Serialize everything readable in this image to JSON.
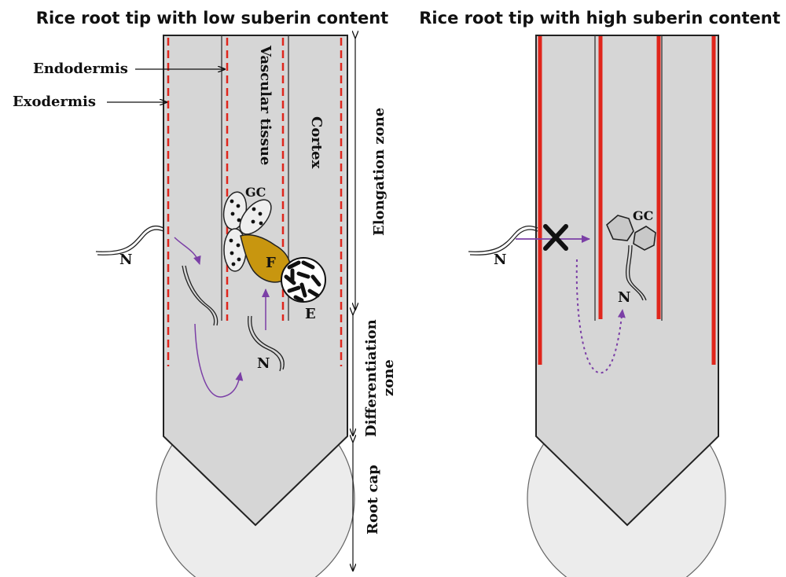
{
  "left_panel": {
    "title": "Rice root tip with low suberin content",
    "labels": {
      "endodermis": "Endodermis",
      "exodermis": "Exodermis",
      "vascular_tissue": "Vascular tissue",
      "cortex": "Cortex",
      "giant_cells": "GC",
      "female": "F",
      "egg_mass": "E",
      "nematode_outside": "N",
      "nematode_inside": "N"
    },
    "zones": {
      "elongation": "Elongation zone",
      "differentiation_line1": "Differentiation",
      "differentiation_line2": "zone",
      "root_cap": "Root cap"
    }
  },
  "right_panel": {
    "title": "Rice root tip with high suberin content",
    "labels": {
      "giant_cells": "GC",
      "nematode_outside": "N",
      "nematode_inside": "N"
    }
  },
  "colors": {
    "root_fill": "#d6d6d6",
    "root_cap_fill": "#ececec",
    "suberin_low": "#e0261c",
    "suberin_high": "#e0261c",
    "arrow_purple": "#7b3fa6",
    "female_fill": "#c8960f"
  }
}
